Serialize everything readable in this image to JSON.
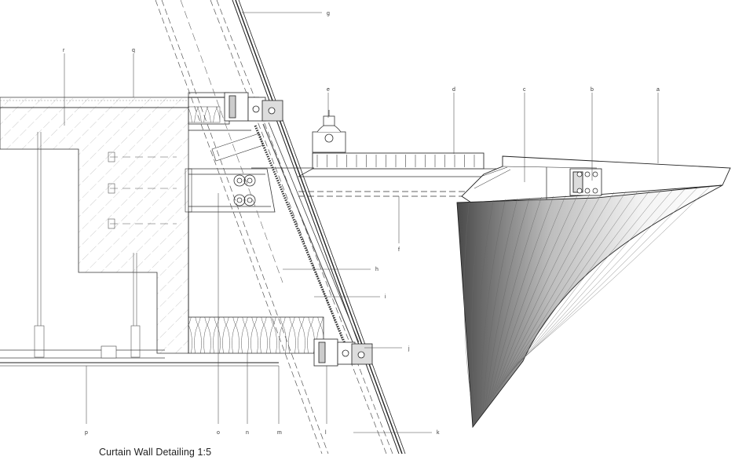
{
  "caption": "Curtain Wall Detailing 1:5",
  "callouts": {
    "a": "a",
    "b": "b",
    "c": "c",
    "d": "d",
    "e": "e",
    "f": "f",
    "g": "g",
    "h": "h",
    "i": "i",
    "j": "j",
    "k": "k",
    "l": "l",
    "m": "m",
    "n": "n",
    "o": "o",
    "p": "p",
    "q": "q",
    "r": "r"
  },
  "colors": {
    "line": "#222222",
    "hatch": "#9a9a9a",
    "fin_dark": "#5a5a5a"
  }
}
